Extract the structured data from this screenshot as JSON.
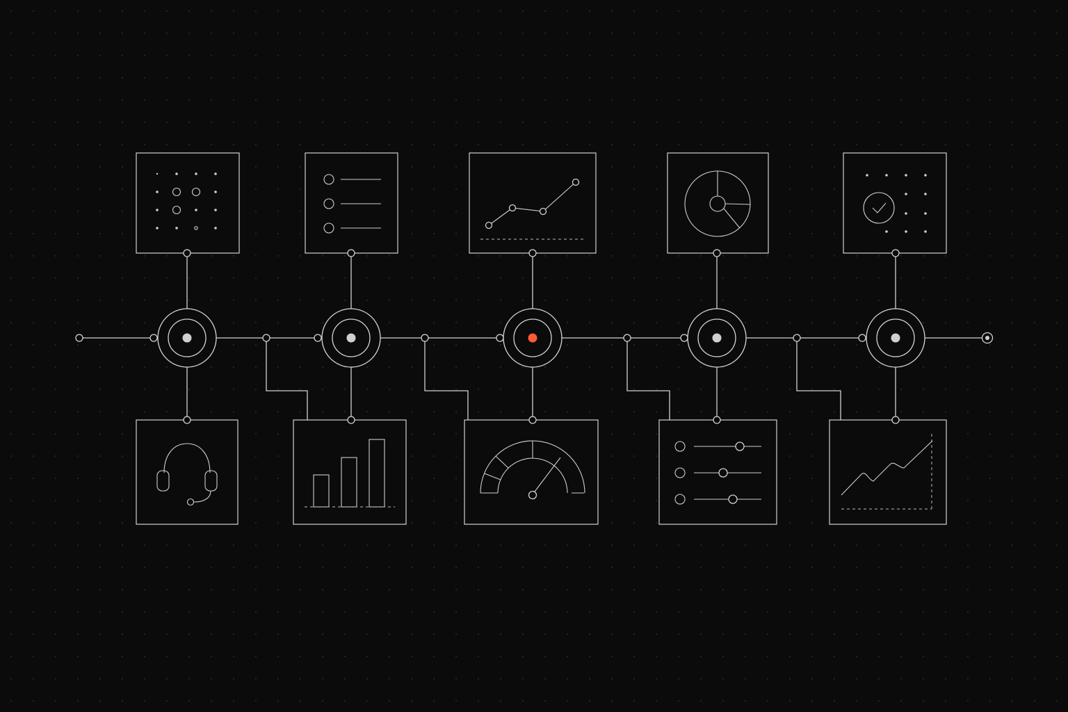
{
  "colors": {
    "background": "#0b0b0b",
    "line": "#d2d2d2",
    "hub_dot": "#cccccc",
    "active_dot": "#ff5a36"
  },
  "diagram": {
    "nodes": [
      {
        "id": "node-1",
        "active": false,
        "top_card": "grid-of-dots-icon",
        "bottom_card": "headset-icon"
      },
      {
        "id": "node-2",
        "active": false,
        "top_card": "checklist-icon",
        "bottom_card": "bar-chart-icon"
      },
      {
        "id": "node-3",
        "active": true,
        "top_card": "line-chart-icon",
        "bottom_card": "gauge-icon"
      },
      {
        "id": "node-4",
        "active": false,
        "top_card": "pie-chart-icon",
        "bottom_card": "sliders-icon"
      },
      {
        "id": "node-5",
        "active": false,
        "top_card": "checkmark-grid-icon",
        "bottom_card": "area-chart-icon"
      }
    ]
  }
}
